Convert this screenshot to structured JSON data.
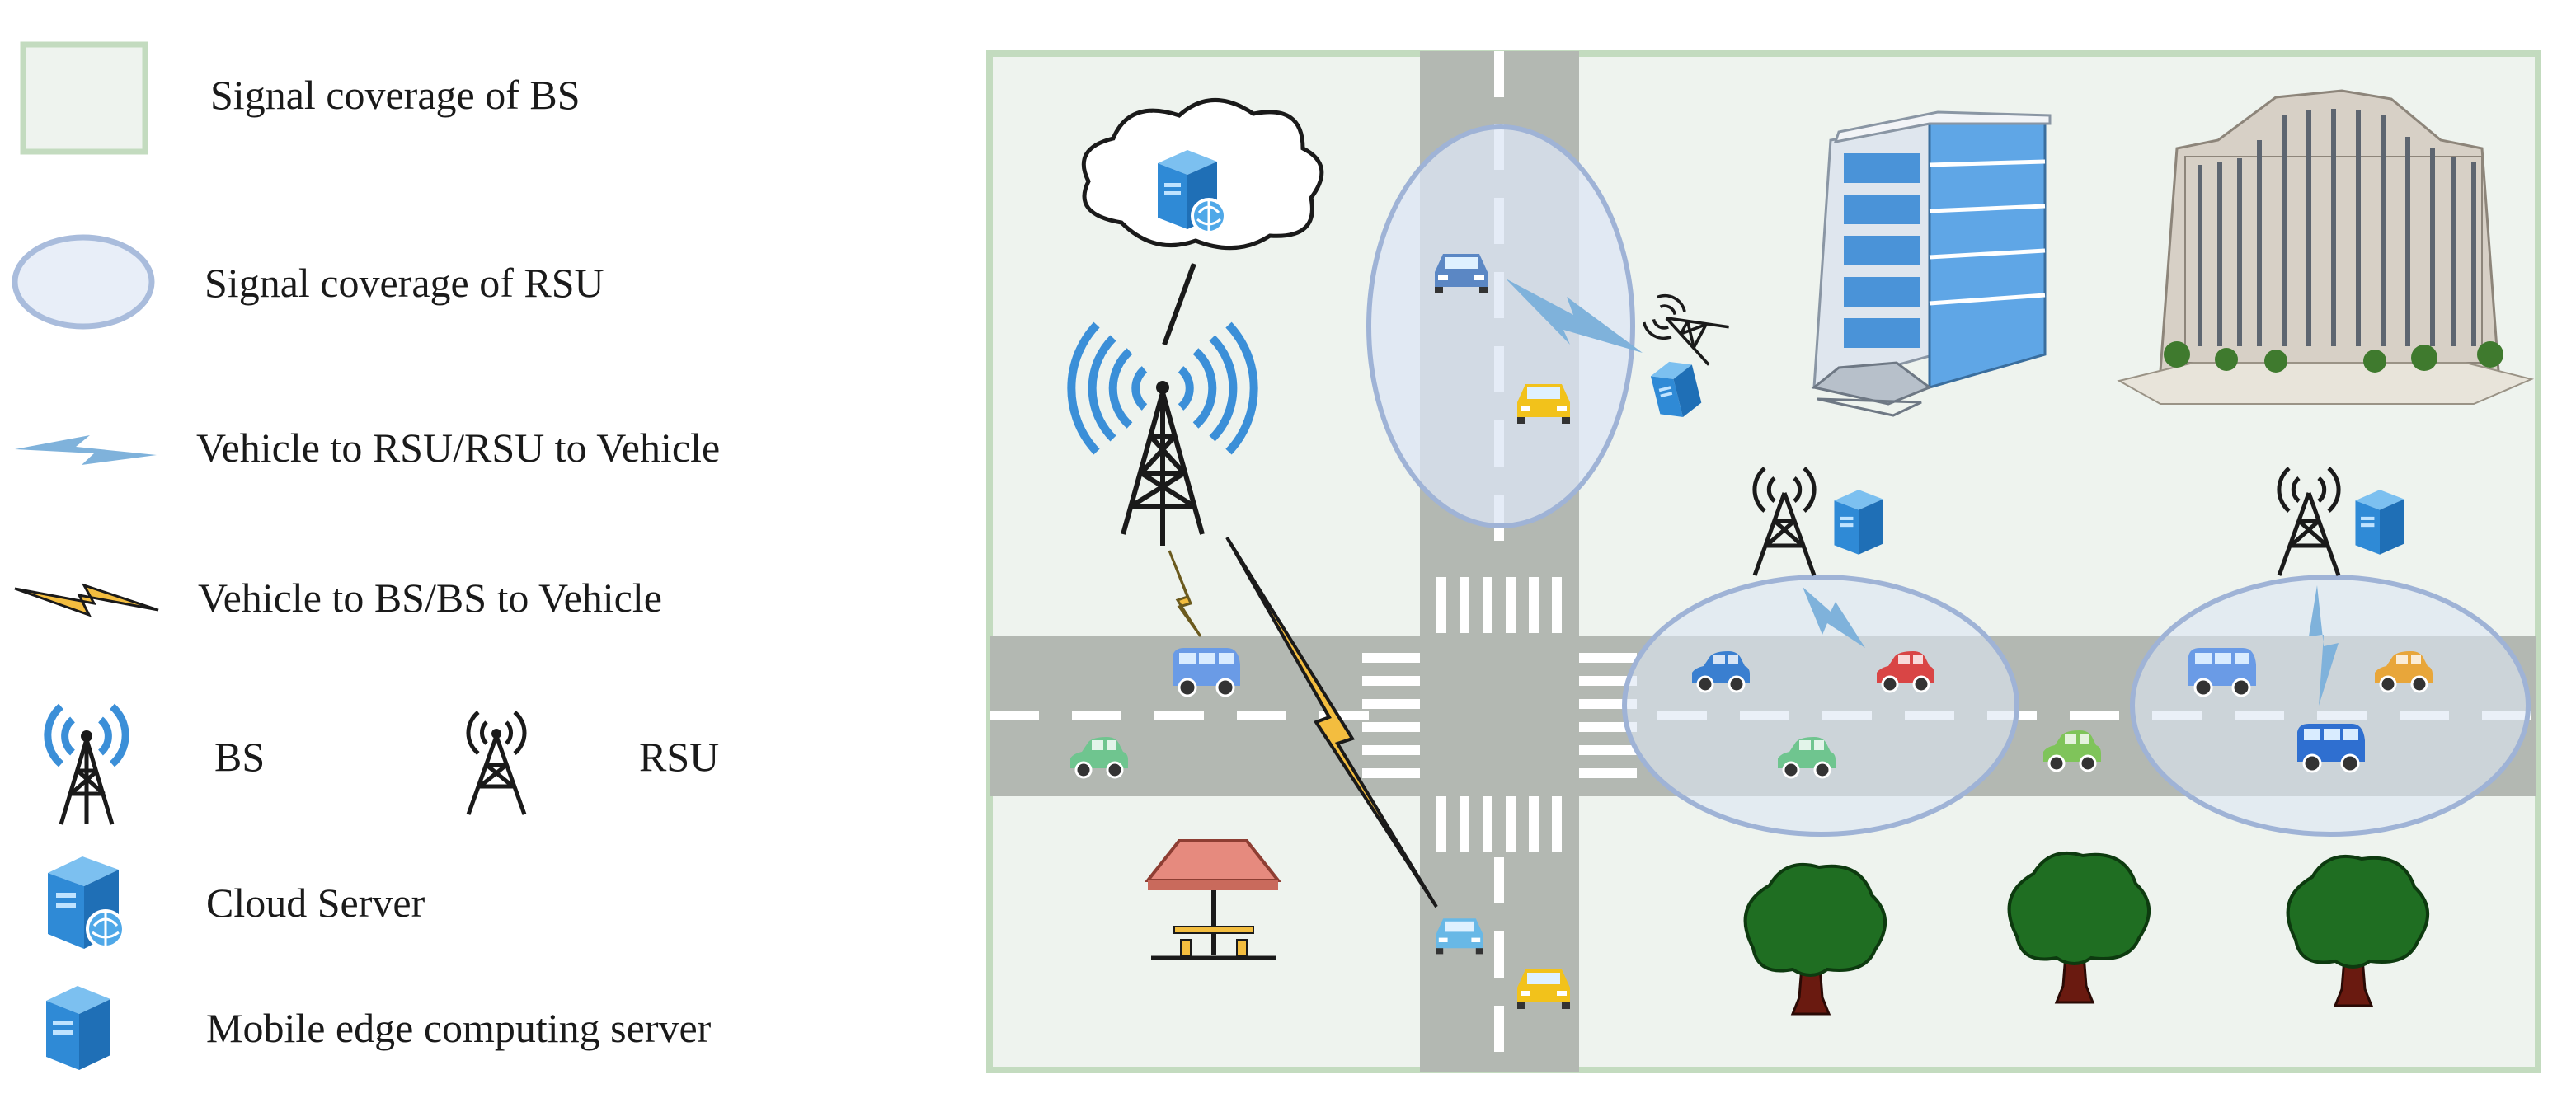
{
  "legend": {
    "bs_coverage": "Signal coverage of BS",
    "rsu_coverage": "Signal coverage of RSU",
    "v2rsu": "Vehicle to RSU/RSU to Vehicle",
    "v2bs": "Vehicle to BS/BS to Vehicle",
    "bs": "BS",
    "rsu": "RSU",
    "cloud_server": "Cloud Server",
    "mec_server": "Mobile edge computing server"
  },
  "colors": {
    "bs_coverage_fill": "#eef3ee",
    "bs_coverage_border": "#c3dbbf",
    "rsu_coverage_fill": "#dce6f4",
    "rsu_coverage_border": "#9fb3d6",
    "road": "#b3b8b2",
    "v2rsu_bolt": "#7fb2db",
    "v2bs_bolt": "#f3bd3f",
    "bs_wave": "#3b8fd8",
    "server": "#2f8ad6",
    "tree": "#1f6e22",
    "trunk": "#6a1a10"
  }
}
